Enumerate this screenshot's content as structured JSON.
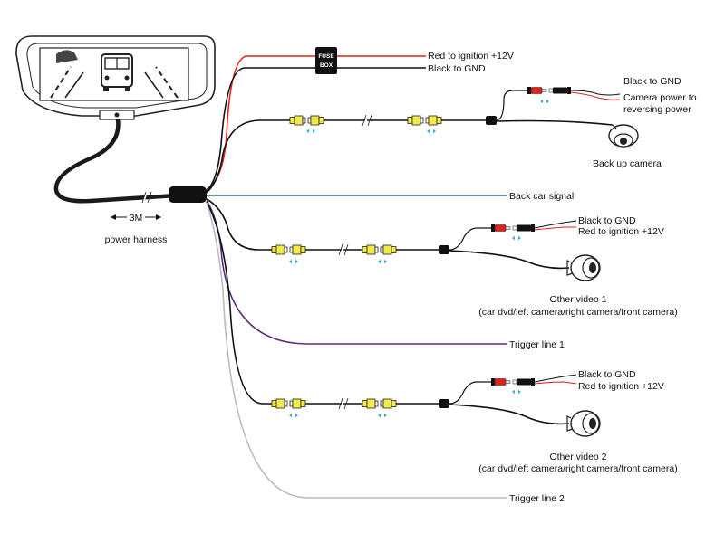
{
  "fuse_box": {
    "line1": "FUSE",
    "line2": "BOX"
  },
  "cable": {
    "length": "3M",
    "name": "power harness"
  },
  "wires": {
    "red_power": "Red to ignition +12V",
    "black_power": "Black to GND",
    "back_car_signal": "Back car signal",
    "trigger1": "Trigger line 1",
    "trigger2": "Trigger line 2"
  },
  "backup_camera": {
    "black": "Black to GND",
    "power_line1": "Camera power to",
    "power_line2": "reversing power",
    "name": "Back up camera"
  },
  "video1": {
    "black": "Black to GND",
    "red": "Red to ignition +12V",
    "name": "Other video 1",
    "desc": "(car dvd/left camera/right camera/front camera)"
  },
  "video2": {
    "black": "Black to GND",
    "red": "Red to ignition  +12V",
    "name": "Other video 2",
    "desc": "(car dvd/left camera/right camera/front camera)"
  },
  "colors": {
    "red_wire": "#e0201b",
    "black_wire": "#111111",
    "teal_wire": "#3a6f78",
    "purple_wire": "#5a2d82",
    "gray_wire": "#bbbbbb",
    "rca_yellow": "#f2e94a",
    "arrow_cyan": "#2cb5d6"
  }
}
